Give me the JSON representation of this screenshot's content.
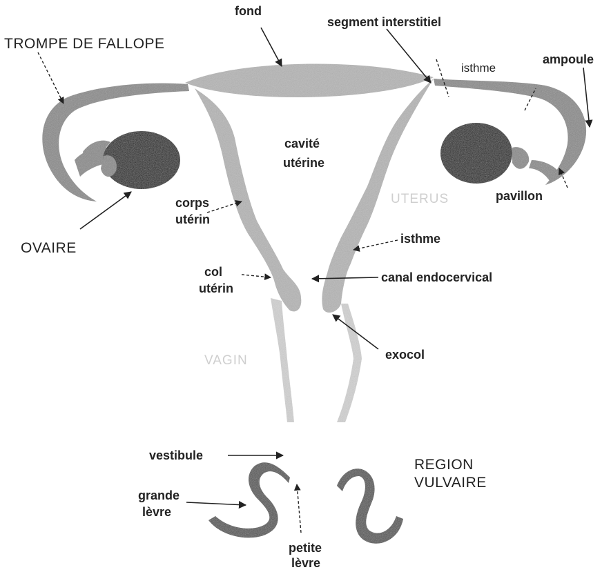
{
  "labels": {
    "fond": "fond",
    "segment_interstitiel": "segment interstitiel",
    "trompe": "TROMPE DE FALLOPE",
    "isthme_top": "isthme",
    "ampoule": "ampoule",
    "cavite_line1": "cavité",
    "cavite_line2": "utérine",
    "uterus": "UTERUS",
    "pavillon": "pavillon",
    "corps_line1": "corps",
    "corps_line2": "utérin",
    "ovaire": "OVAIRE",
    "isthme": "isthme",
    "col_line1": "col",
    "col_line2": "utérin",
    "canal": "canal endocervical",
    "vagin": "VAGIN",
    "exocol": "exocol",
    "vestibule": "vestibule",
    "region_line1": "REGION",
    "region_line2": "VULVAIRE",
    "grande_line1": "grande",
    "grande_line2": "lèvre",
    "petite_line1": "petite",
    "petite_line2": "lèvre"
  },
  "colors": {
    "tube": "#8a8a8a",
    "uterus": "#b5b5b5",
    "vagina": "#d2d2d2",
    "ovary": "#1c1c1c",
    "labia": "#555555"
  }
}
